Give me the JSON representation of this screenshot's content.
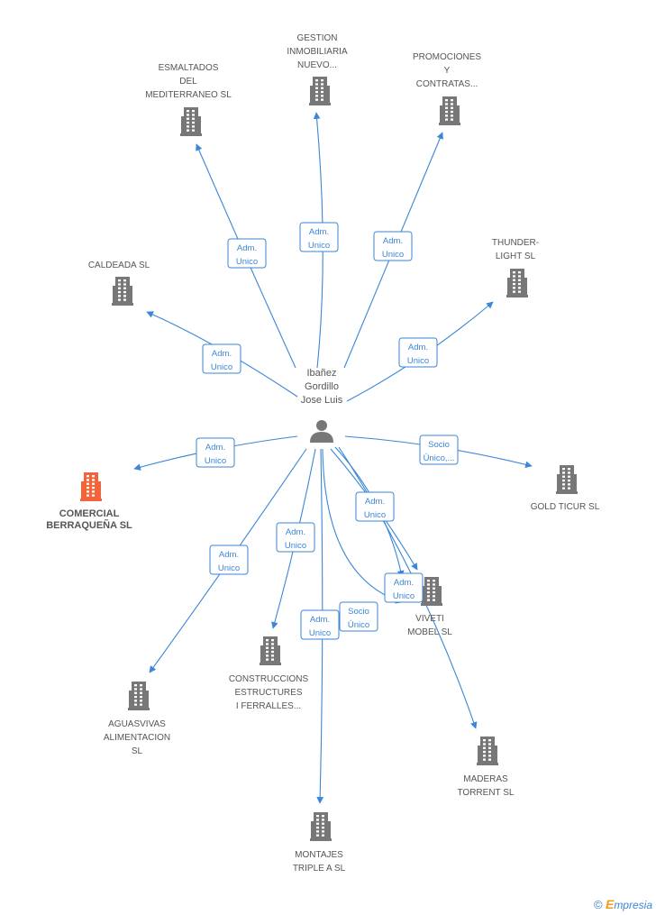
{
  "person": {
    "lines": [
      "Ibañez",
      "Gordillo",
      "Jose Luis"
    ],
    "icon": "person-icon",
    "color": "#777777"
  },
  "colors": {
    "edge": "#3b86d6",
    "building": "#777777",
    "building_highlight": "#f4643a"
  },
  "companies": [
    {
      "id": "esmaltados",
      "lines": [
        "ESMALTADOS",
        "DEL",
        "MEDITERRANEO SL"
      ],
      "highlight": false
    },
    {
      "id": "gestion",
      "lines": [
        "GESTION",
        "INMOBILIARIA",
        "NUEVO..."
      ],
      "highlight": false
    },
    {
      "id": "promociones",
      "lines": [
        "PROMOCIONES",
        "Y",
        "CONTRATAS..."
      ],
      "highlight": false
    },
    {
      "id": "thunder",
      "lines": [
        "THUNDER-",
        "LIGHT SL"
      ],
      "highlight": false
    },
    {
      "id": "caldeada",
      "lines": [
        "CALDEADA SL"
      ],
      "highlight": false
    },
    {
      "id": "comercial",
      "lines": [
        "COMERCIAL",
        "BERRAQUEÑA SL"
      ],
      "highlight": true
    },
    {
      "id": "goldticur",
      "lines": [
        "GOLD TICUR SL"
      ],
      "highlight": false
    },
    {
      "id": "viveti",
      "lines": [
        "VIVETI",
        "MOBEL SL"
      ],
      "highlight": false
    },
    {
      "id": "construccions",
      "lines": [
        "CONSTRUCCIONS",
        "ESTRUCTURES",
        "I FERRALLES..."
      ],
      "highlight": false
    },
    {
      "id": "aguasvivas",
      "lines": [
        "AGUASVIVAS",
        "ALIMENTACION",
        "SL"
      ],
      "highlight": false
    },
    {
      "id": "maderas",
      "lines": [
        "MADERAS",
        "TORRENT SL"
      ],
      "highlight": false
    },
    {
      "id": "montajes",
      "lines": [
        "MONTAJES",
        "TRIPLE A SL"
      ],
      "highlight": false
    }
  ],
  "relations": [
    {
      "id": "r-esmaltados",
      "target": "esmaltados",
      "lines": [
        "Adm.",
        "Unico"
      ]
    },
    {
      "id": "r-gestion",
      "target": "gestion",
      "lines": [
        "Adm.",
        "Unico"
      ]
    },
    {
      "id": "r-promociones",
      "target": "promociones",
      "lines": [
        "Adm.",
        "Unico"
      ]
    },
    {
      "id": "r-thunder",
      "target": "thunder",
      "lines": [
        "Adm.",
        "Unico"
      ]
    },
    {
      "id": "r-caldeada",
      "target": "caldeada",
      "lines": [
        "Adm.",
        "Unico"
      ]
    },
    {
      "id": "r-comercial",
      "target": "comercial",
      "lines": [
        "Adm.",
        "Unico"
      ]
    },
    {
      "id": "r-goldticur",
      "target": "goldticur",
      "lines": [
        "Socio",
        "Único,..."
      ]
    },
    {
      "id": "r-viveti-1",
      "target": "viveti",
      "lines": [
        "Adm.",
        "Unico"
      ]
    },
    {
      "id": "r-viveti-2",
      "target": "viveti",
      "lines": [
        "Adm.",
        "Unico"
      ]
    },
    {
      "id": "r-viveti-3",
      "target": "viveti",
      "lines": [
        "Socio",
        "Único"
      ]
    },
    {
      "id": "r-construccions",
      "target": "construccions",
      "lines": [
        "Adm.",
        "Unico"
      ]
    },
    {
      "id": "r-aguasvivas",
      "target": "aguasvivas",
      "lines": [
        "Adm.",
        "Unico"
      ]
    },
    {
      "id": "r-maderas",
      "target": "maderas",
      "lines": [
        "Adm.",
        "Unico"
      ]
    },
    {
      "id": "r-montajes",
      "target": "montajes",
      "lines": [
        "Adm.",
        "Unico"
      ]
    }
  ],
  "footer": {
    "copyright": "©",
    "brand_first": "E",
    "brand_rest": "mpresia"
  }
}
